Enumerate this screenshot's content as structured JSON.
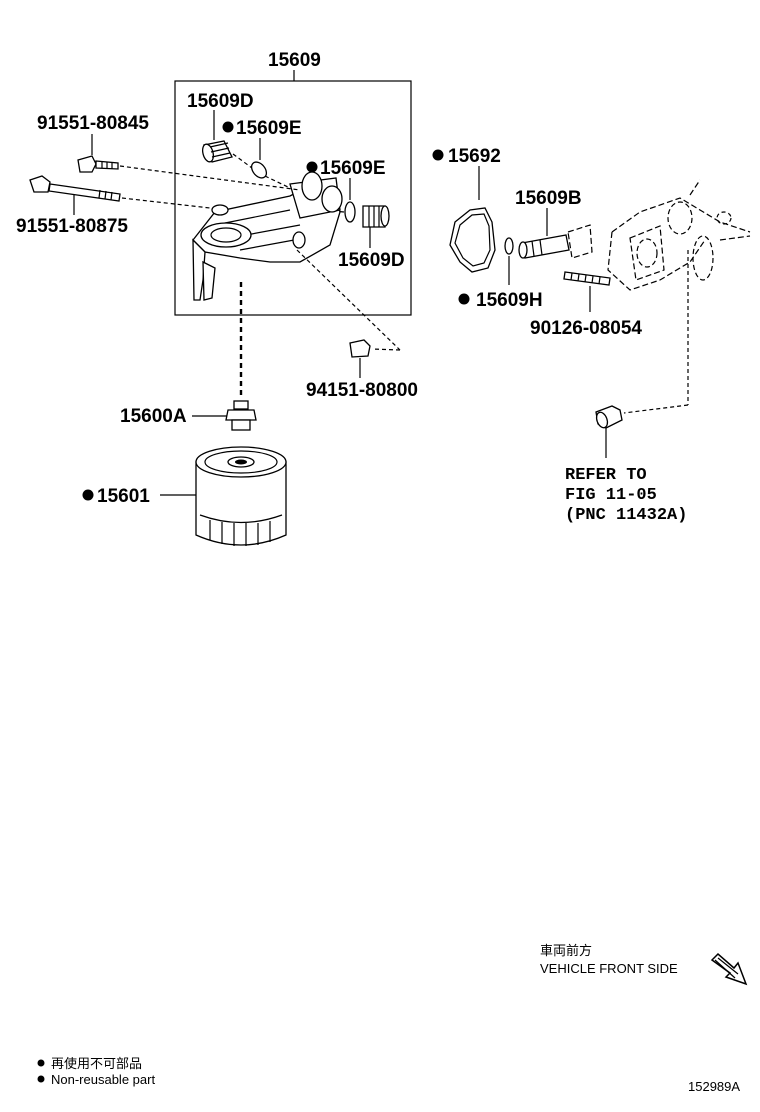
{
  "labels": {
    "p15609": "15609",
    "p15609D_a": "15609D",
    "p15609E_a": "15609E",
    "p15609E_b": "15609E",
    "p15609D_b": "15609D",
    "p91551_80845": "91551-80845",
    "p91551_80875": "91551-80875",
    "p15692": "15692",
    "p15609B": "15609B",
    "p15609H": "15609H",
    "p90126_08054": "90126-08054",
    "p94151_80800": "94151-80800",
    "p15600A": "15600A",
    "p15601": "15601"
  },
  "refer": {
    "line1": "REFER TO",
    "line2": "FIG 11-05",
    "line3": "(PNC 11432A)"
  },
  "direction": {
    "jp": "車両前方",
    "en": "VEHICLE FRONT SIDE"
  },
  "legend": {
    "jp": "再使用不可部品",
    "en": "Non-reusable part"
  },
  "figure_id": "152989A"
}
